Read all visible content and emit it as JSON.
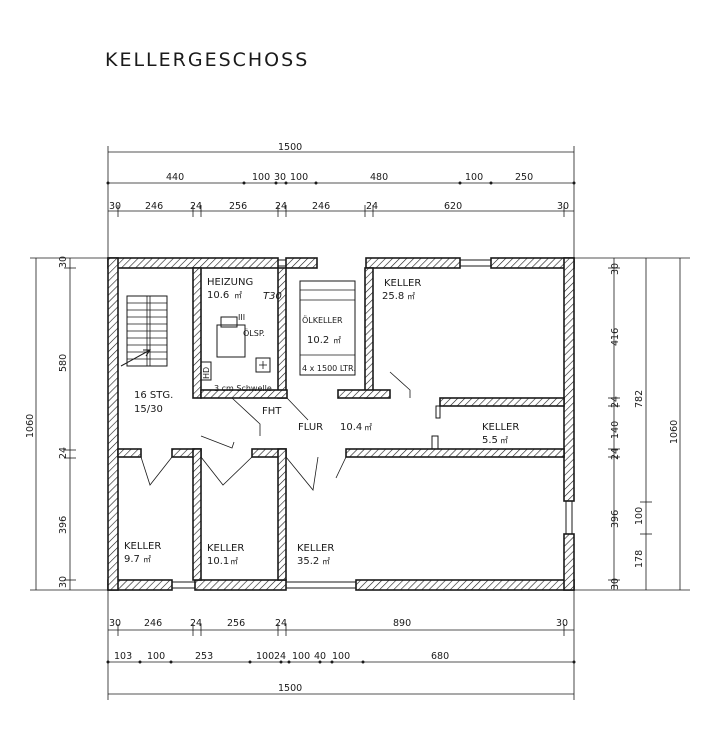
{
  "title": "KELLERGESCHOSS",
  "dims_top": {
    "total": "1500",
    "row2": [
      "440",
      "100",
      "30",
      "100",
      "480",
      "100",
      "250"
    ],
    "row3": [
      "30",
      "246",
      "24",
      "256",
      "24",
      "246",
      "24",
      "620",
      "30"
    ]
  },
  "dims_bottom": {
    "row1": [
      "30",
      "246",
      "24",
      "256",
      "24",
      "890",
      "30"
    ],
    "row2": [
      "103",
      "100",
      "253",
      "100",
      "24",
      "100",
      "40",
      "100",
      "680"
    ],
    "total": "1500"
  },
  "dims_left": {
    "total": "1060",
    "parts": [
      "30",
      "580",
      "24",
      "396",
      "30"
    ]
  },
  "dims_right": {
    "total": "1060",
    "mid": "782",
    "parts": [
      "30",
      "416",
      "24",
      "140",
      "24",
      "396",
      "100",
      "178",
      "30"
    ]
  },
  "rooms": {
    "heizung": {
      "name": "HEIZUNG",
      "area": "10.6",
      "unit": "㎡",
      "door_mark": "T30"
    },
    "oelkeller": {
      "name": "ÖLKELLER",
      "area": "10.2",
      "unit": "㎡",
      "tank": "4 x 1500 LTR."
    },
    "keller_ne": {
      "name": "KELLER",
      "area": "25.8",
      "unit": "㎡"
    },
    "stair": {
      "steps": "16 STG.",
      "ratio": "15/30"
    },
    "flur": {
      "name": "FLUR",
      "area": "10.4",
      "unit": "㎡"
    },
    "keller_e": {
      "name": "KELLER",
      "area": "5.5",
      "unit": "㎡"
    },
    "keller_sw": {
      "name": "KELLER",
      "area": "9.7",
      "unit": "㎡"
    },
    "keller_s": {
      "name": "KELLER",
      "area": "10.1",
      "unit": "㎡"
    },
    "keller_se": {
      "name": "KELLER",
      "area": "35.2",
      "unit": "㎡"
    }
  },
  "annotations": {
    "oelsp": "ÖLSP.",
    "schwelle": "3 cm Schwelle",
    "fht": "FHT",
    "roman": "III",
    "hd": "HD"
  }
}
